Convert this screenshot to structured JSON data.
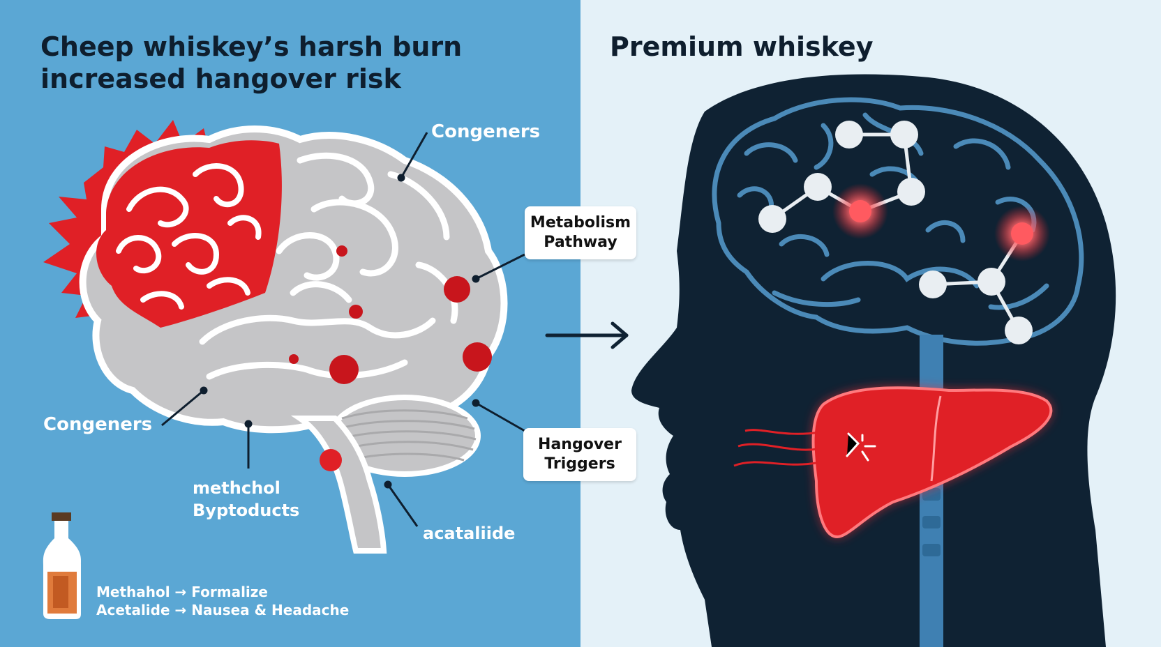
{
  "left_panel": {
    "title_line1": "Cheep whiskey’s harsh burn",
    "title_line2": "increased hangover risk",
    "background": "#5ba7d4",
    "labels": {
      "congeners_top": "Congeners",
      "congeners_left": "Congeners",
      "methchol_line1": "methchol",
      "methchol_line2": "Byptoducts",
      "acatalide": "acataliide"
    },
    "callouts": {
      "metabolism_line1": "Metabolism",
      "metabolism_line2": "Pathway",
      "hangover_line1": "Hangover",
      "hangover_line2": "Triggers"
    },
    "notes": {
      "line1": "Methahol → Formalize",
      "line2": "Acetalide → Nausea & Headache"
    }
  },
  "right_panel": {
    "title": "Premium whiskey",
    "background": "#e4f1f8"
  },
  "colors": {
    "accent_red": "#e02026",
    "dark_navy": "#0f2233",
    "brain_gray": "#c5c5c7",
    "bottle_amber": "#e07b3c"
  },
  "icons": [
    "bottle-icon",
    "arrow-right-icon",
    "liver-icon",
    "molecule-icon"
  ]
}
